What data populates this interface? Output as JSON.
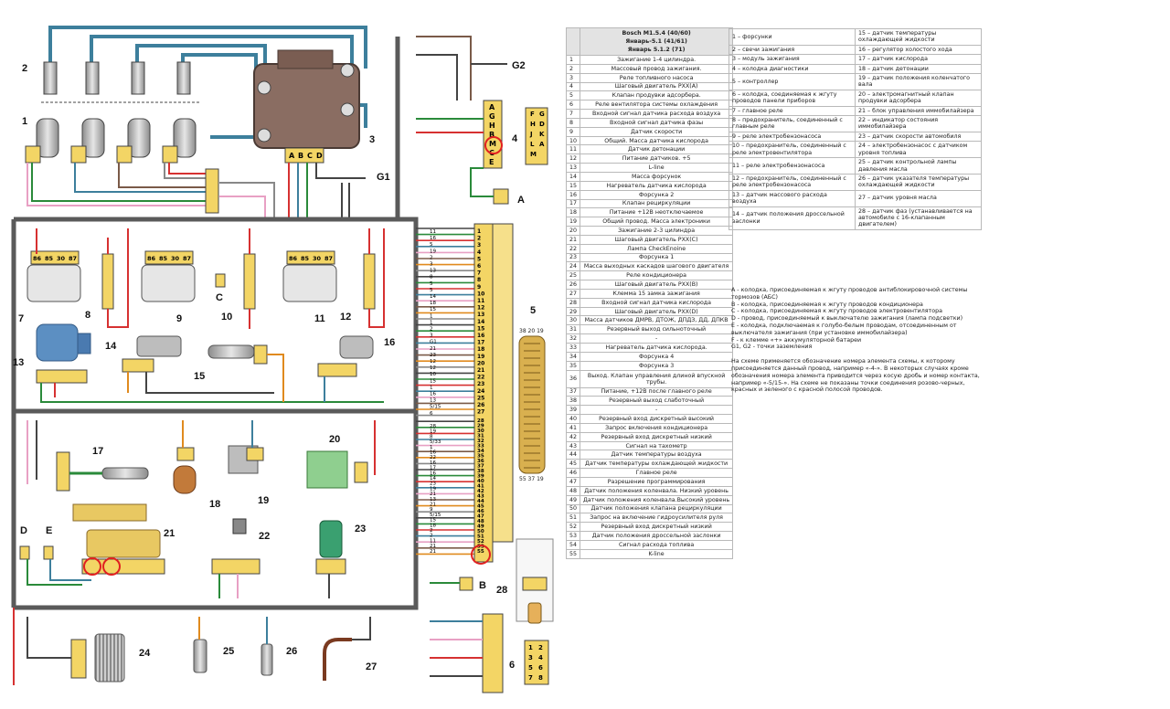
{
  "title": {
    "line1": "Bosch M1.5.4 (40/60)",
    "line2": "Январь-5.1 (41/61)",
    "line3": "Январь 5.1.2 (71)"
  },
  "pin_table": [
    {
      "n": "1",
      "d": "Зажигание 1-4 цилиндра."
    },
    {
      "n": "2",
      "d": "Массовый провод зажигания."
    },
    {
      "n": "3",
      "d": "Реле топливного насоса"
    },
    {
      "n": "4",
      "d": "Шаговый двигатель РХХ(А)"
    },
    {
      "n": "5",
      "d": "Клапан продувки адсорбера."
    },
    {
      "n": "6",
      "d": "Реле вентилятора системы охлаждения"
    },
    {
      "n": "7",
      "d": "Входной сигнал датчика расхода воздуха"
    },
    {
      "n": "8",
      "d": "Входной сигнал датчика фазы"
    },
    {
      "n": "9",
      "d": "Датчик скорости"
    },
    {
      "n": "10",
      "d": "Общий. Масса датчика кислорода"
    },
    {
      "n": "11",
      "d": "Датчик детонации"
    },
    {
      "n": "12",
      "d": "Питание датчиков. +5"
    },
    {
      "n": "13",
      "d": "L-line"
    },
    {
      "n": "14",
      "d": "Масса форсунок"
    },
    {
      "n": "15",
      "d": "Нагреватель датчика кислорода"
    },
    {
      "n": "16",
      "d": "Форсунка 2"
    },
    {
      "n": "17",
      "d": "Клапан рециркуляции"
    },
    {
      "n": "18",
      "d": "Питание +12В неотключаемое"
    },
    {
      "n": "19",
      "d": "Общий провод. Масса электроники"
    },
    {
      "n": "20",
      "d": "Зажигание 2-3 цилиндра"
    },
    {
      "n": "21",
      "d": "Шаговый двигатель РХХ(С)"
    },
    {
      "n": "22",
      "d": "Лампа CheckEnoine"
    },
    {
      "n": "23",
      "d": "Форсунка 1"
    },
    {
      "n": "24",
      "d": "Масса выходных каскадов шагового двигателя"
    },
    {
      "n": "25",
      "d": "Реле кондиционера"
    },
    {
      "n": "26",
      "d": "Шаговый двигатель РХХ(В)"
    },
    {
      "n": "27",
      "d": "Клемма 15 замка зажигания"
    },
    {
      "n": "28",
      "d": "Входной сигнал датчика кислорода"
    },
    {
      "n": "29",
      "d": "Шаговый двигатель РХХ(D)"
    },
    {
      "n": "30",
      "d": "Масса датчиков ДМРВ, ДТОЖ, ДПДЗ, ДД, ДПКВ"
    },
    {
      "n": "31",
      "d": "Резервный выход сильноточный"
    },
    {
      "n": "32",
      "d": "-"
    },
    {
      "n": "33",
      "d": "Нагреватель датчика кислорода."
    },
    {
      "n": "34",
      "d": "Форсунка 4"
    },
    {
      "n": "35",
      "d": "Форсунка 3"
    },
    {
      "n": "36",
      "d": "Выход. Клапан управления длиной впускной трубы.",
      "tall": true
    },
    {
      "n": "37",
      "d": "Питание, +12В после главного реле"
    },
    {
      "n": "38",
      "d": "Резервный выход слаботочный"
    },
    {
      "n": "39",
      "d": "-"
    },
    {
      "n": "40",
      "d": "Резервный вход дискретный высокий"
    },
    {
      "n": "41",
      "d": "Запрос включения кондиционера"
    },
    {
      "n": "42",
      "d": "Резервный вход дискретный низкий"
    },
    {
      "n": "43",
      "d": "Сигнал на тахометр"
    },
    {
      "n": "44",
      "d": "Датчик температуры воздуха"
    },
    {
      "n": "45",
      "d": "Датчик температуры охлаждающей жидкости"
    },
    {
      "n": "46",
      "d": "Главное реле"
    },
    {
      "n": "47",
      "d": "Разрешение программирования"
    },
    {
      "n": "48",
      "d": "Датчик положения коленвала. Низкий уровень"
    },
    {
      "n": "49",
      "d": "Датчик положения коленвала.Высокий уровень"
    },
    {
      "n": "50",
      "d": "Датчик положения клапана рециркуляции"
    },
    {
      "n": "51",
      "d": "Запрос на включение гидроусилителя руля"
    },
    {
      "n": "52",
      "d": "Резервный вход дискретный низкий"
    },
    {
      "n": "53",
      "d": "Датчик положения дроссельной заслонки"
    },
    {
      "n": "54",
      "d": "Сигнал расхода топлива"
    },
    {
      "n": "55",
      "d": "K-line"
    }
  ],
  "legend": [
    [
      "1 – форсунки",
      "15 – датчик температуры охлаждающей жидкости"
    ],
    [
      "2 – свечи зажигания",
      "16 – регулятор холостого хода"
    ],
    [
      "3 – модуль зажигания",
      "17 – датчик кислорода"
    ],
    [
      "4 – колодка диагностики",
      "18 – датчик детонации"
    ],
    [
      "5 – контроллер",
      "19 – датчик положения коленчатого вала"
    ],
    [
      "6 – колодка, соединяемая к жгуту проводов панели приборов",
      "20 – электромагнитный клапан продувки адсорбера"
    ],
    [
      "7 – главное реле",
      "21 – блок управления иммобилайзера"
    ],
    [
      "8 – предохранитель, соединенный с главным реле",
      "22 – индикатор состояния иммобилайзера"
    ],
    [
      "9 – реле электробензонасоса",
      "23 – датчик скорости автомобиля"
    ],
    [
      "10 – предохранитель, соединенный с реле электровентилятора",
      "24 – электробензонасос с датчиком уровня топлива"
    ],
    [
      "11 – реле электробензонасоса",
      "25 – датчик контрольной лампы давления масла"
    ],
    [
      "12 – предохранитель, соединенный с реле электробензонасоса",
      "26 – датчик указателя температуры охлаждающей жидкости"
    ],
    [
      "13 – датчик массового расхода воздуха",
      "27 – датчик уровня масла"
    ],
    [
      "14 – датчик положения дроссельной заслонки",
      "28 – датчик фаз (устанавливается на автомобиле с 16-клапанным двигателем)"
    ]
  ],
  "notes": {
    "a": "А - колодка, присоединяемая к жгуту проводов антиблокировочной системы тормозов (АБС)",
    "b": "В - колодка, присоединяемая к жгуту проводов кондиционера",
    "c": "С - колодка, присоединяемая к жгуту проводов электровентилятора",
    "d": "D - провод, присоединяемый к выключателю зажигания (лампа подсветки)",
    "e": "Е - колодка, подключаемая к голубо-белым проводам, отсоединенным от выключателя зажигания (при установке иммобилайзера)",
    "f": "F - к клемме «+» аккумуляторной батареи",
    "g": "G1, G2 - точки заземления",
    "p": "На схеме применяется обозначение номера элемента схемы, к которому присоединяется данный провод, например «-4-». В некоторых случаях кроме обозначения номера элемента приводится через косую дробь и номер контакта, например «-5/15-». На схеме не показаны точки соединения розово-черных, красных и зеленого с красной полосой проводов."
  },
  "components": {
    "c1": "1",
    "c2": "2",
    "c3": "3",
    "c4": "4",
    "c5": "5",
    "c6": "6",
    "c7": "7",
    "c8": "8",
    "c9": "9",
    "c10": "10",
    "c11": "11",
    "c12": "12",
    "c13": "13",
    "c14": "14",
    "c15": "15",
    "c16": "16",
    "c17": "17",
    "c18": "18",
    "c19": "19",
    "c20": "20",
    "c21": "21",
    "c22": "22",
    "c23": "23",
    "c24": "24",
    "c25": "25",
    "c26": "26",
    "c27": "27",
    "c28": "28",
    "ga": "A",
    "gb": "B",
    "gc": "C",
    "gd": "D",
    "ge": "E",
    "g1": "G1",
    "g2": "G2"
  },
  "diag_pins_left": [
    "A",
    "G",
    "H",
    "B",
    "M",
    "C",
    "E"
  ],
  "diag_pins_right": [
    "F",
    "G",
    "H",
    "D",
    "J",
    "K",
    "L",
    "A",
    "M"
  ],
  "harness_upper_pins": [
    "1",
    "2",
    "3",
    "4",
    "5",
    "6",
    "7",
    "8",
    "9",
    "10",
    "11",
    "12",
    "13",
    "14",
    "15",
    "16",
    "17",
    "18",
    "19",
    "20",
    "21",
    "22",
    "23",
    "24",
    "25",
    "26",
    "27"
  ],
  "harness_lower_pins": [
    "28",
    "29",
    "30",
    "31",
    "32",
    "33",
    "34",
    "35",
    "36",
    "37",
    "38",
    "39",
    "40",
    "41",
    "42",
    "43",
    "44",
    "45",
    "46",
    "47",
    "48",
    "49",
    "50",
    "51",
    "52",
    "53",
    "55"
  ],
  "harness_upper_labels": [
    "11",
    "16",
    "5",
    "19",
    "2",
    "3",
    "13",
    "8",
    "5",
    "5",
    "14",
    "18",
    "15",
    "1",
    "1",
    "2",
    "3",
    "G1",
    "21",
    "23",
    "12",
    "12",
    "10",
    "15",
    "1",
    "16",
    "13",
    "5/15",
    "6"
  ],
  "harness_lower_labels": [
    "28",
    "19",
    "8",
    "5/33",
    "1",
    "16",
    "22",
    "16",
    "17",
    "16",
    "14",
    "23",
    "19",
    "21",
    "13",
    "21",
    "9",
    "5/15",
    "15",
    "18",
    "2",
    "2",
    "11",
    "21",
    "21"
  ],
  "pin_block6": [
    "1",
    "2",
    "3",
    "4",
    "5",
    "6",
    "7",
    "8"
  ],
  "ecu_top_pins": "38 20 19",
  "ecu_bottom_pins": "55 37 19",
  "relay_pins": [
    "86",
    "85",
    "30",
    "87"
  ],
  "coil_pins": [
    "A",
    "B",
    "C",
    "D"
  ],
  "colors": {
    "harness": "#5a5a5a",
    "yellow": "#f3d565",
    "ecu": "#f6e08b",
    "blue": "#3d7f9c",
    "red": "#d63131",
    "green": "#2a8a3a",
    "brown": "#7a5a48",
    "orange": "#e08a1e",
    "pink": "#e8a0c4"
  }
}
